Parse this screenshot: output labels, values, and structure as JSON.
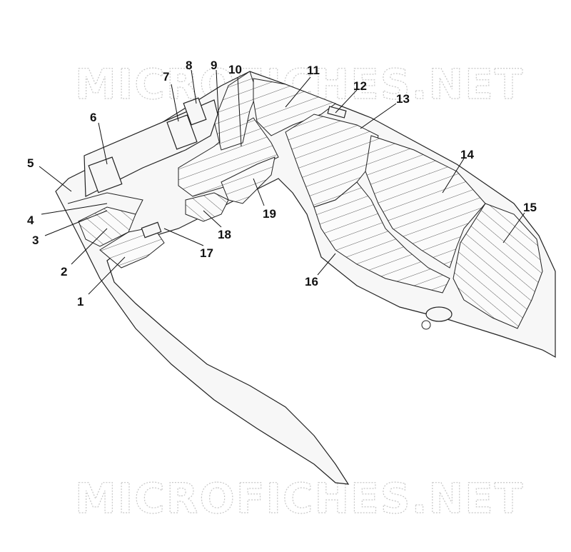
{
  "watermarks": {
    "top": "MICROFICHES.NET",
    "bottom": "MICROFICHES.NET"
  },
  "callouts": [
    {
      "id": "1",
      "label": "1"
    },
    {
      "id": "2",
      "label": "2"
    },
    {
      "id": "3",
      "label": "3"
    },
    {
      "id": "4",
      "label": "4"
    },
    {
      "id": "5",
      "label": "5"
    },
    {
      "id": "6",
      "label": "6"
    },
    {
      "id": "7",
      "label": "7"
    },
    {
      "id": "8",
      "label": "8"
    },
    {
      "id": "9",
      "label": "9"
    },
    {
      "id": "10",
      "label": "10"
    },
    {
      "id": "11",
      "label": "11"
    },
    {
      "id": "12",
      "label": "12"
    },
    {
      "id": "13",
      "label": "13"
    },
    {
      "id": "14",
      "label": "14"
    },
    {
      "id": "15",
      "label": "15"
    },
    {
      "id": "16",
      "label": "16"
    },
    {
      "id": "17",
      "label": "17"
    },
    {
      "id": "18",
      "label": "18"
    },
    {
      "id": "19",
      "label": "19"
    }
  ],
  "colors": {
    "ink": "#111111",
    "watermark": "#c8c8c8"
  }
}
